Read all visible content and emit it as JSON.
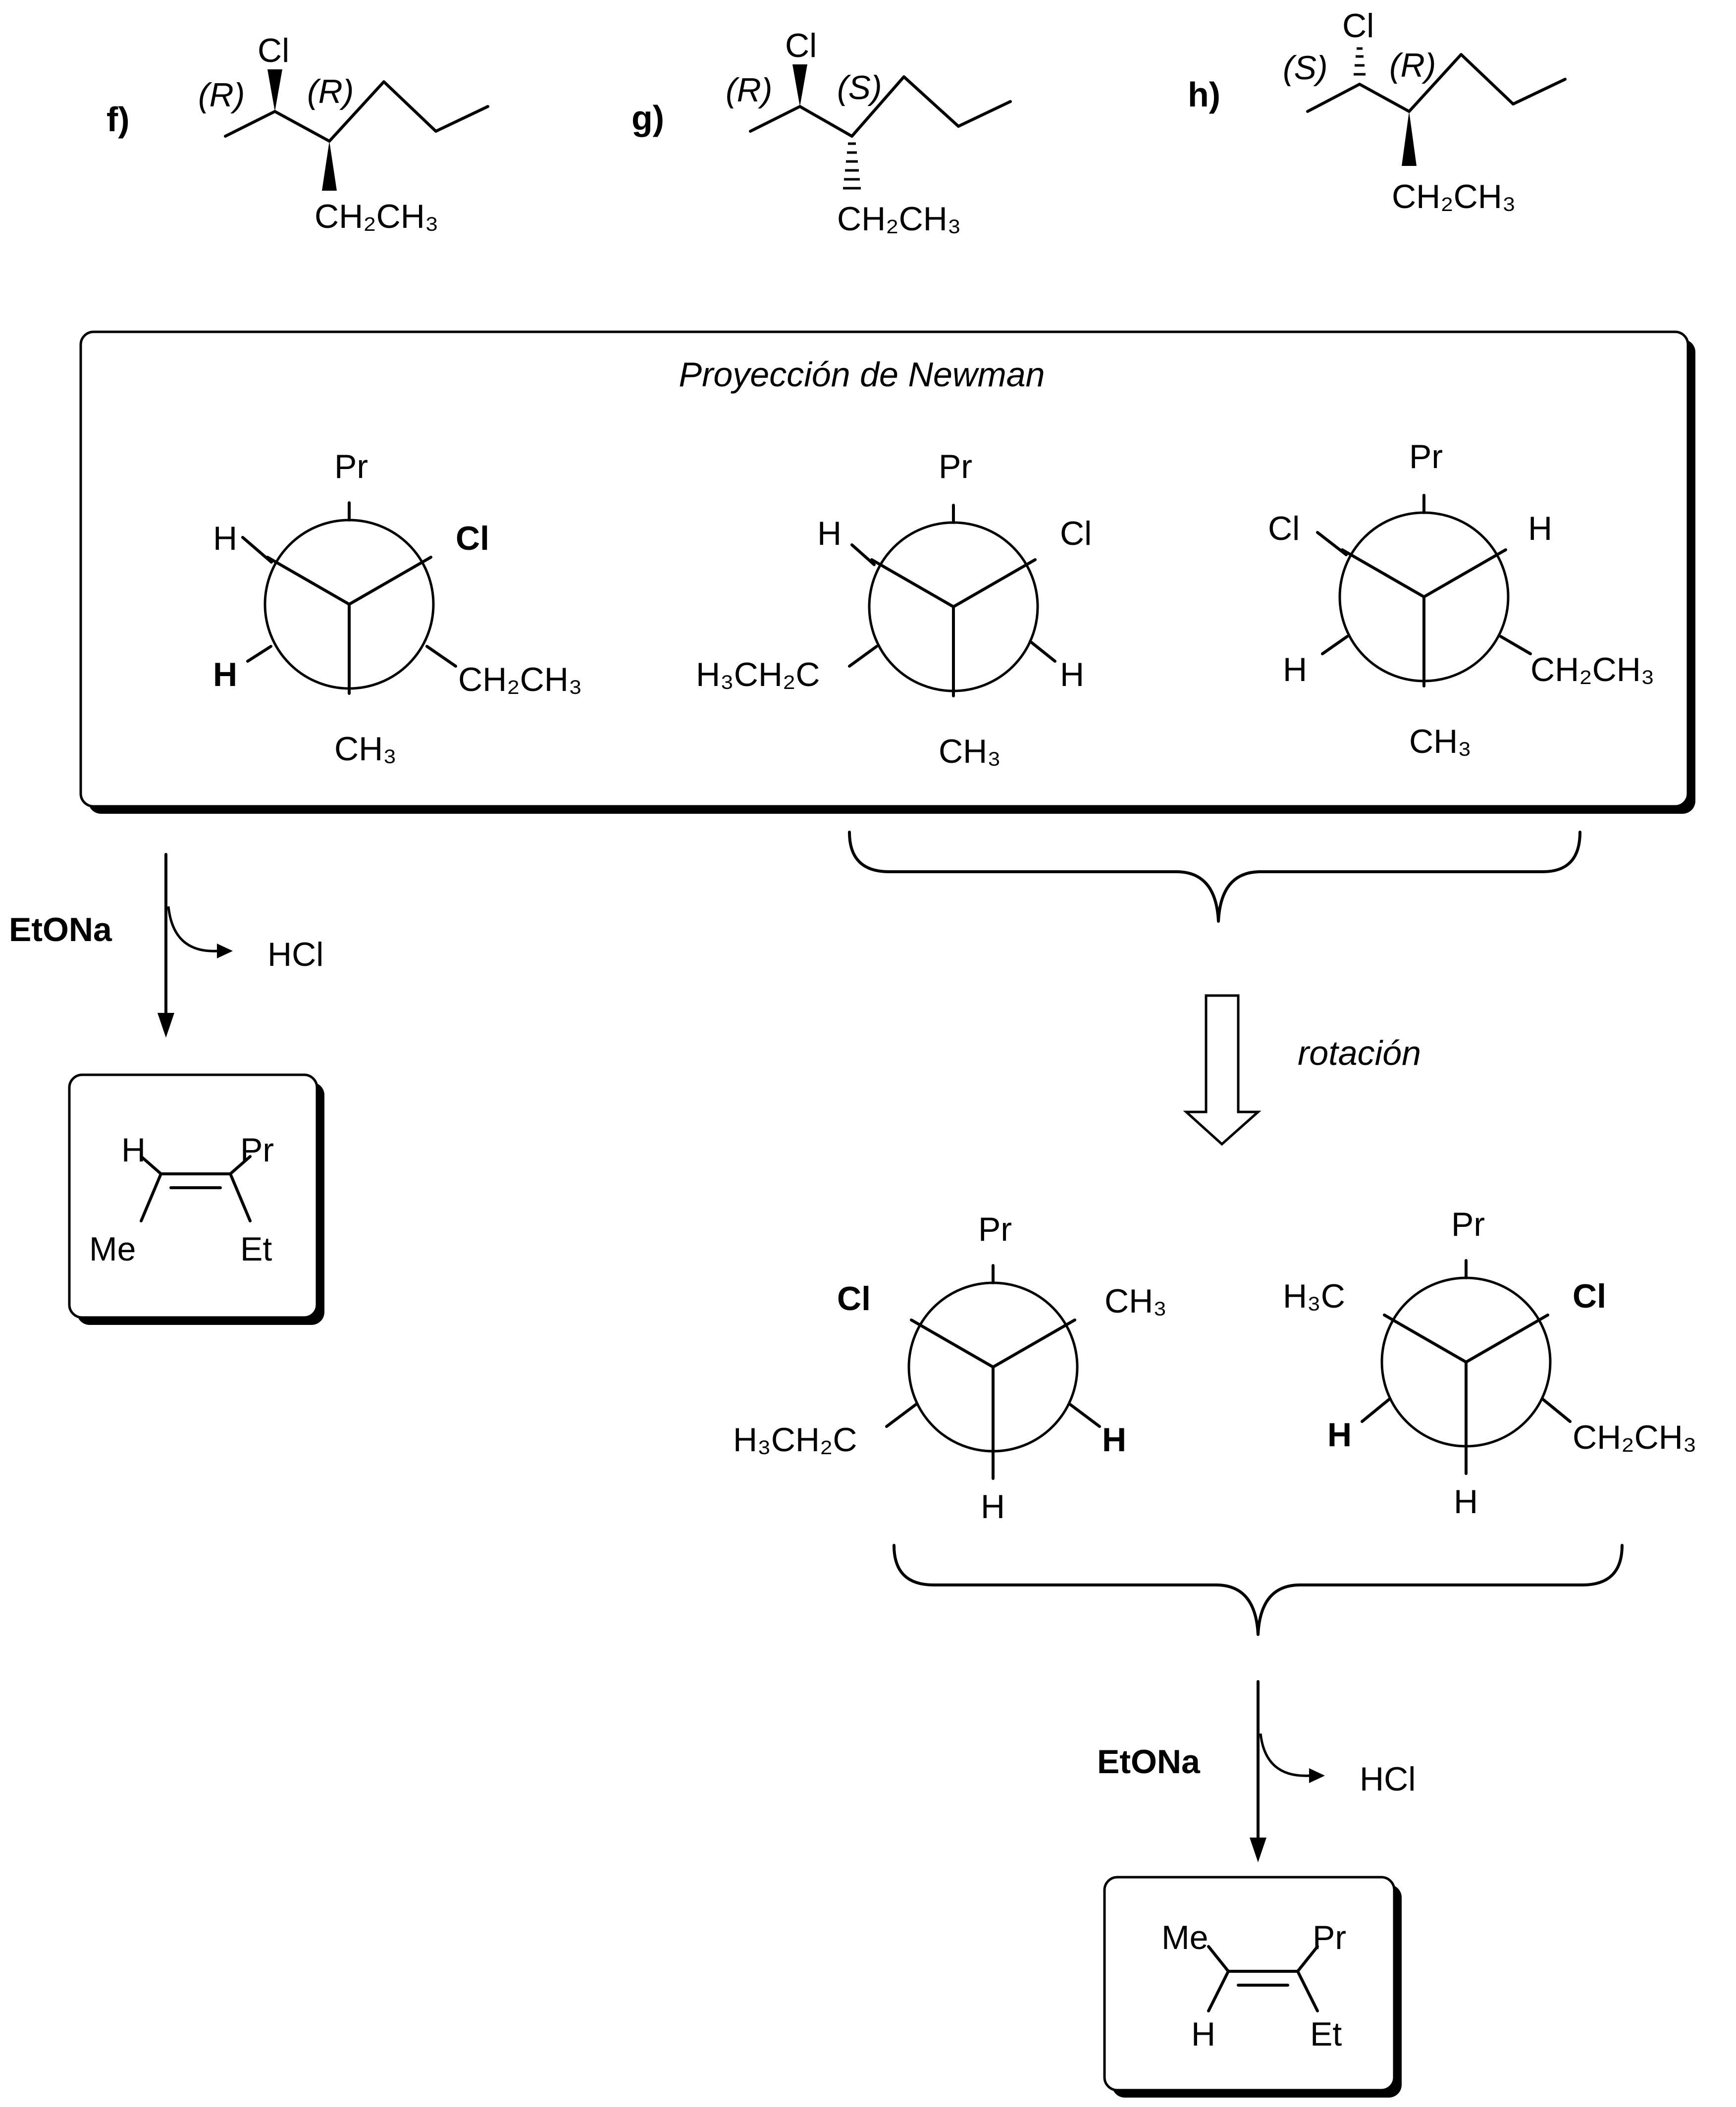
{
  "compounds": {
    "f": {
      "label": "f)",
      "config1": "(R)",
      "config2": "(R)",
      "cl": "Cl",
      "sub": "CH₂CH₃"
    },
    "g": {
      "label": "g)",
      "config1": "(R)",
      "config2": "(S)",
      "cl": "Cl",
      "sub": "CH₂CH₃"
    },
    "h": {
      "label": "h)",
      "config1": "(S)",
      "config2": "(R)",
      "cl": "Cl",
      "sub": "CH₂CH₃"
    }
  },
  "newman_box": {
    "title": "Proyección de Newman",
    "projections": [
      {
        "top": "Pr",
        "ul": "H",
        "ur": "Cl",
        "ll": "H",
        "lr": "CH₂CH₃",
        "bottom": "CH₃"
      },
      {
        "top": "Pr",
        "ul": "H",
        "ur": "Cl",
        "ll": "H₃CH₂C",
        "lr": "H",
        "bottom": "CH₃"
      },
      {
        "top": "Pr",
        "ul": "Cl",
        "ur": "H",
        "ll": "H",
        "lr": "CH₂CH₃",
        "bottom": "CH₃"
      }
    ]
  },
  "rotation_label": "rotación",
  "rotated": [
    {
      "top": "Pr",
      "ul": "Cl",
      "ur": "CH₃",
      "ll": "H₃CH₂C",
      "lr": "H",
      "bottom": "H"
    },
    {
      "top": "Pr",
      "ul": "H₃C",
      "ur": "Cl",
      "ll": "H",
      "lr": "CH₂CH₃",
      "bottom": "H"
    }
  ],
  "reactions": {
    "left": {
      "reagent": "EtONa",
      "byproduct": "HCl"
    },
    "right": {
      "reagent": "EtONa",
      "byproduct": "HCl"
    }
  },
  "products": {
    "left": {
      "ul": "H",
      "ur": "Pr",
      "ll": "Me",
      "lr": "Et"
    },
    "right": {
      "ul": "Me",
      "ur": "Pr",
      "ll": "H",
      "lr": "Et"
    }
  }
}
